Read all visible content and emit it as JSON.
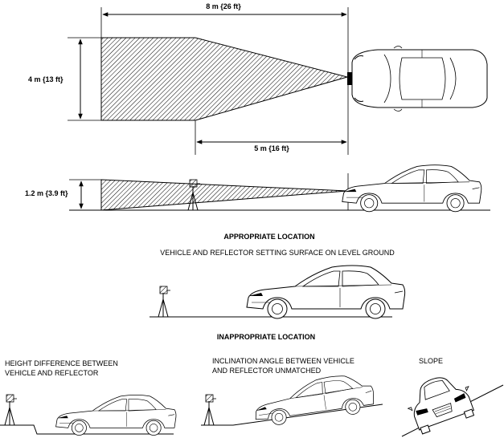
{
  "top_view": {
    "distance_total": "8 m {26 ft}",
    "width": "4 m {13 ft}",
    "distance_taper": "5 m {16 ft}"
  },
  "side_view": {
    "height": "1.2 m {3.9 ft}"
  },
  "appropriate": {
    "heading": "APPROPRIATE LOCATION",
    "caption": "VEHICLE AND REFLECTOR SETTING SURFACE ON LEVEL GROUND"
  },
  "inappropriate": {
    "heading": "INAPPROPRIATE LOCATION",
    "cases": [
      {
        "caption": "HEIGHT DIFFERENCE BETWEEN\nVEHICLE AND REFLECTOR"
      },
      {
        "caption": "INCLINATION ANGLE BETWEEN VEHICLE\nAND REFLECTOR UNMATCHED"
      },
      {
        "caption": "SLOPE"
      }
    ]
  }
}
